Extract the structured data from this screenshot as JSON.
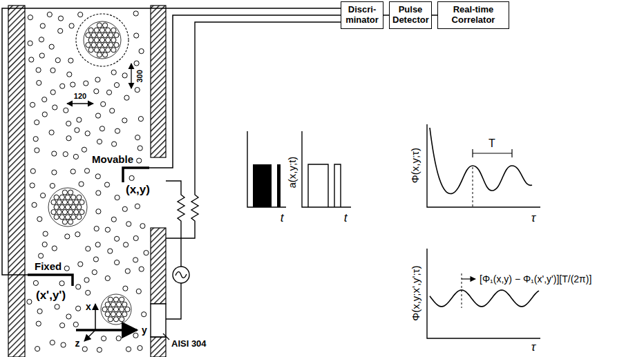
{
  "diagram": {
    "nodes": [
      {
        "text": [
          "Discri- minator"
        ]
      },
      {
        "text": [
          "Pulse Detector"
        ]
      },
      {
        "text": [
          "Real-time Correlator"
        ]
      }
    ],
    "edges": [
      {
        "from": 0,
        "to": 1,
        "arrow": "none"
      },
      {
        "from": 1,
        "to": 2,
        "arrow": "none"
      }
    ],
    "labels": [
      "300",
      "120",
      "Movable",
      "Fixed",
      "(x,y)",
      "(x',y')",
      "x",
      "y",
      "z",
      "AISI 304",
      "t",
      "a(x,y;t)",
      "t",
      "Φ(x,y;τ)",
      "T",
      "τ",
      "Φ(x,y;x',y';τ)",
      "[Φ₁(x,y) − Φ₁(x',y')][T/(2π)]",
      "τ"
    ]
  }
}
